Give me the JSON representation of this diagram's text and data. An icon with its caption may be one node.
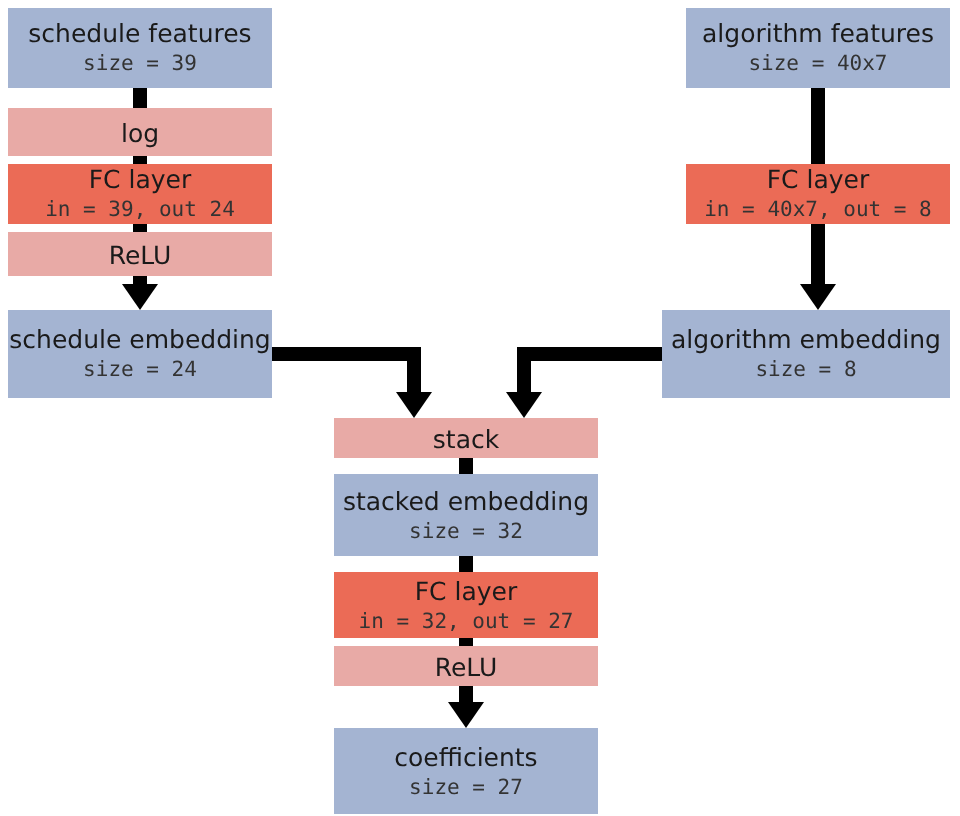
{
  "diagram": {
    "nodes": [
      {
        "text": [
          "schedule features",
          "size = 39"
        ]
      },
      {
        "text": [
          "log"
        ]
      },
      {
        "text": [
          "FC layer",
          "in = 39, out 24"
        ]
      },
      {
        "text": [
          "ReLU"
        ]
      },
      {
        "text": [
          "schedule embedding",
          "size = 24"
        ]
      },
      {
        "text": [
          "algorithm features",
          "size = 40x7"
        ]
      },
      {
        "text": [
          "FC layer",
          "in = 40x7, out = 8"
        ]
      },
      {
        "text": [
          "algorithm embedding",
          "size = 8"
        ]
      },
      {
        "text": [
          "stack"
        ]
      },
      {
        "text": [
          "stacked embedding",
          "size = 32"
        ]
      },
      {
        "text": [
          "FC layer",
          "in = 32, out = 27"
        ]
      },
      {
        "text": [
          "ReLU"
        ]
      },
      {
        "text": [
          "coefficients",
          "size = 27"
        ]
      }
    ],
    "edges": [
      {
        "from": 0,
        "to": 1,
        "arrow": "none"
      },
      {
        "from": 1,
        "to": 2,
        "arrow": "none"
      },
      {
        "from": 2,
        "to": 3,
        "arrow": "none"
      },
      {
        "from": 3,
        "to": 4,
        "arrow": "to"
      },
      {
        "from": 5,
        "to": 6,
        "arrow": "none"
      },
      {
        "from": 6,
        "to": 7,
        "arrow": "to"
      },
      {
        "from": 4,
        "to": 8,
        "arrow": "to"
      },
      {
        "from": 7,
        "to": 8,
        "arrow": "to"
      },
      {
        "from": 8,
        "to": 9,
        "arrow": "none"
      },
      {
        "from": 9,
        "to": 10,
        "arrow": "none"
      },
      {
        "from": 10,
        "to": 11,
        "arrow": "none"
      },
      {
        "from": 11,
        "to": 12,
        "arrow": "to"
      }
    ]
  }
}
